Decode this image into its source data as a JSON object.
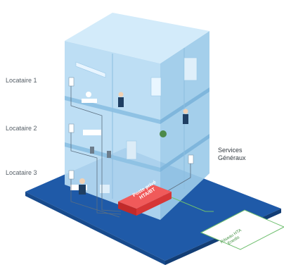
{
  "labels": {
    "tenant_1": "Locataire 1",
    "tenant_2": "Locataire 2",
    "tenant_3": "Locataire 3",
    "services_line1": "Services",
    "services_line2": "Généraux",
    "substation_line1": "Poste privé",
    "substation_line2": "HTA/BT",
    "network_line1": "Réseau HTA",
    "network_line2": "Enedis"
  },
  "colors": {
    "base_blue": "#1f5aa8",
    "building_blue": "#a9d2ee",
    "substation_red": "#e03a3a",
    "network_green": "#6fbf6f"
  }
}
